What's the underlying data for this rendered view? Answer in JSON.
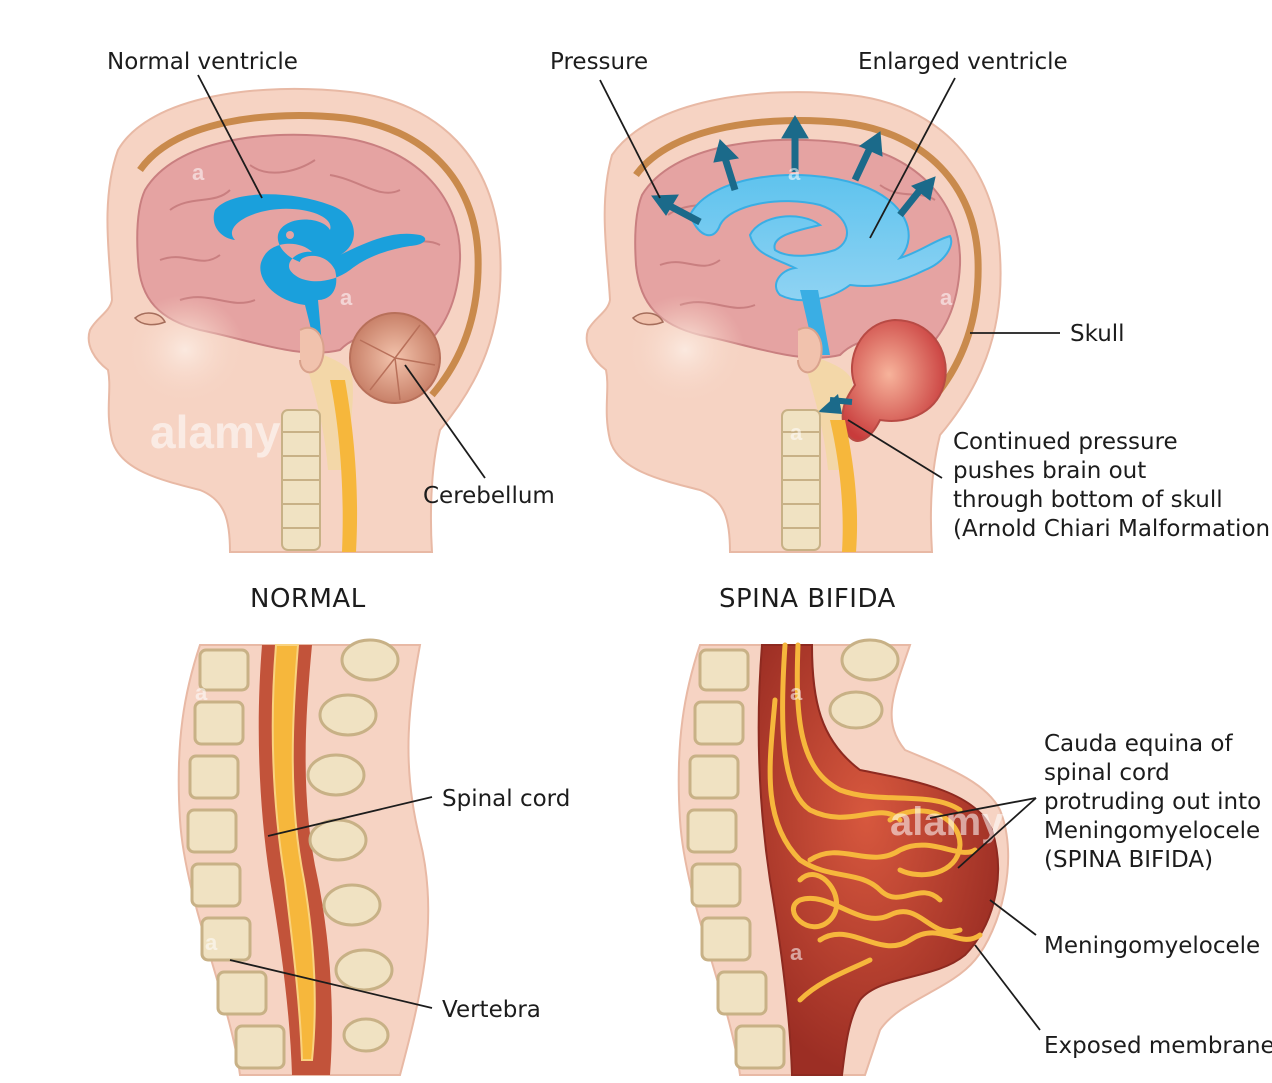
{
  "headers": {
    "normal": "NORMAL",
    "spina_bifida": "SPINA BIFIDA"
  },
  "labels": {
    "normal_ventricle": "Normal ventricle",
    "cerebellum": "Cerebellum",
    "pressure": "Pressure",
    "enlarged_ventricle": "Enlarged ventricle",
    "skull": "Skull",
    "chiari": [
      "Continued pressure",
      "pushes brain out",
      "through bottom of skull",
      "(Arnold Chiari Malformation)"
    ],
    "spinal_cord": "Spinal cord",
    "vertebra": "Vertebra",
    "cauda": [
      "Cauda equina of",
      "spinal cord",
      "protruding out into",
      "Meningomyelocele",
      "(SPINA BIFIDA)"
    ],
    "meningomyelocele": "Meningomyelocele",
    "exposed_membrane": "Exposed membrane"
  },
  "watermark": {
    "brand": "alamy",
    "mark": "a"
  },
  "colors": {
    "skin": "#f6d3c3",
    "brain": "#e5a3a2",
    "ventricle": "#1aa0dc",
    "cerebellum": "#d48a72",
    "spinal_cord": "#f6b73c",
    "sac": "#b6402c",
    "vertebra": "#f0e2c2"
  }
}
